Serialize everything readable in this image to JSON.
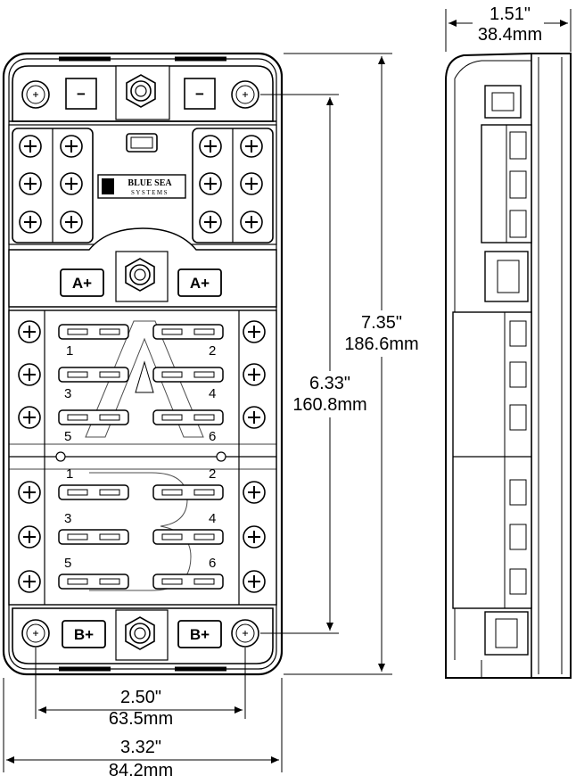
{
  "dimensions": {
    "side_width": {
      "in": "1.51\"",
      "mm": "38.4mm"
    },
    "overall_height": {
      "in": "7.35\"",
      "mm": "186.6mm"
    },
    "mount_hole_height": {
      "in": "6.33\"",
      "mm": "160.8mm"
    },
    "mount_hole_width": {
      "in": "2.50\"",
      "mm": "63.5mm"
    },
    "overall_width": {
      "in": "3.32\"",
      "mm": "84.2mm"
    }
  },
  "labels": {
    "negative_symbol": "−",
    "bus_a": "A+",
    "bus_b": "B+",
    "logo_top": "BLUE SEA",
    "logo_bottom": "SYSTEMS",
    "circuit_numbers_a": [
      "1",
      "2",
      "3",
      "4",
      "5",
      "6"
    ],
    "circuit_numbers_b": [
      "1",
      "2",
      "3",
      "4",
      "5",
      "6"
    ]
  }
}
